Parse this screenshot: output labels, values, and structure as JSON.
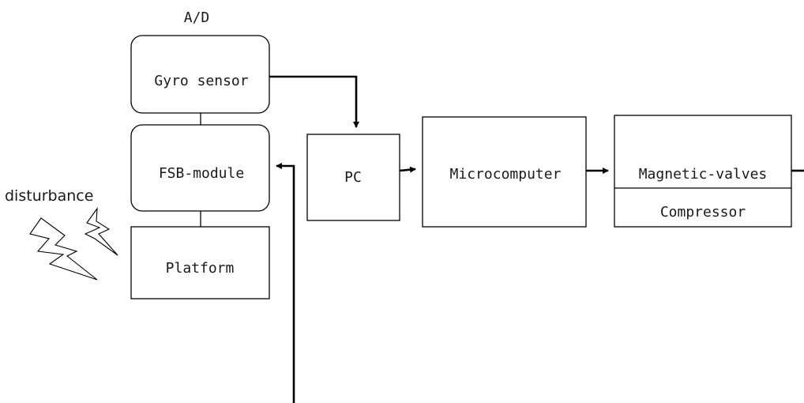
{
  "diagram": {
    "ad_label": "A/D",
    "disturbance_label": "disturbance",
    "blocks": {
      "gyro": "Gyro sensor",
      "fsb": "FSB-module",
      "platform": "Platform",
      "pc": "PC",
      "microcomputer": "Microcomputer",
      "magnetic_valves": "Magnetic-valves",
      "compressor": "Compressor"
    }
  }
}
